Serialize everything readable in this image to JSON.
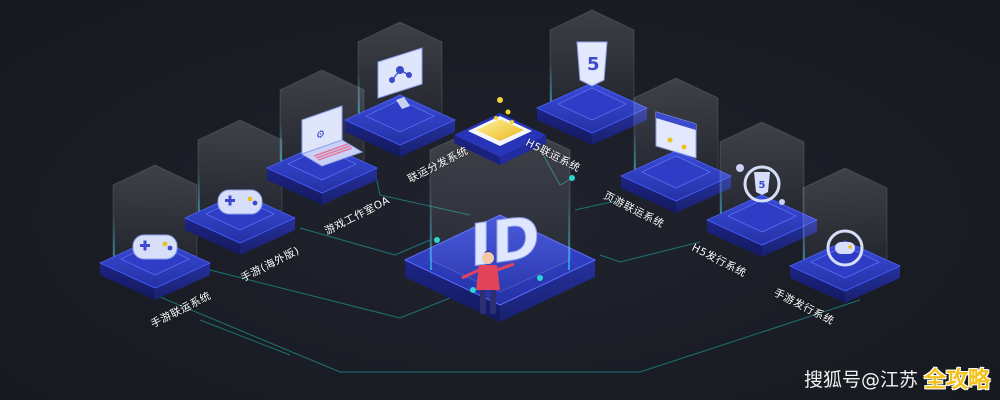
{
  "modules": [
    {
      "label": "手游联运系统",
      "icon": "gamepad-icon"
    },
    {
      "label": "手游(海外版)",
      "icon": "gamepad-icon"
    },
    {
      "label": "游戏工作室OA",
      "icon": "laptop-oa-icon"
    },
    {
      "label": "联运分发系统",
      "icon": "monitor-network-icon"
    },
    {
      "label": "H5联运系统",
      "icon": "html5-icon"
    },
    {
      "label": "页游联运系统",
      "icon": "browser-window-icon"
    },
    {
      "label": "H5发行系统",
      "icon": "html5-badge-icon"
    },
    {
      "label": "手游发行系统",
      "icon": "gamepad-badge-icon"
    }
  ],
  "center": {
    "label": "ID",
    "icon": "chip-icon",
    "figure": "person-icon"
  },
  "watermark": {
    "text": "搜狐号@江苏",
    "badge": "全攻略"
  },
  "colors": {
    "background": "#1a1c24",
    "platform": "#2a33a8",
    "accent": "#2bd6d0",
    "chip": "#f2d33a"
  }
}
